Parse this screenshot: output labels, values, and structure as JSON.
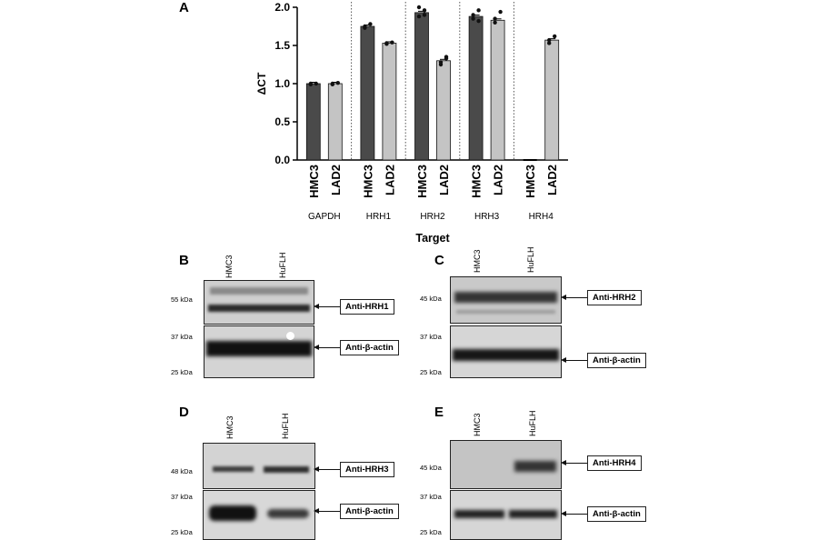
{
  "panels": {
    "A": {
      "letter": "A"
    },
    "B": {
      "letter": "B"
    },
    "C": {
      "letter": "C"
    },
    "D": {
      "letter": "D"
    },
    "E": {
      "letter": "E"
    }
  },
  "chart_data": {
    "type": "bar",
    "title": "",
    "ylabel": "ΔCT",
    "xlabel": "Target",
    "ylim": [
      0,
      2.0
    ],
    "yticks": [
      "0.0",
      "0.5",
      "1.0",
      "1.5",
      "2.0"
    ],
    "categories": [
      "GAPDH",
      "HRH1",
      "HRH2",
      "HRH3",
      "HRH4"
    ],
    "bar_labels": [
      "HMC3",
      "LAD2"
    ],
    "series": [
      {
        "name": "HMC3",
        "color": "#4a4a4a",
        "values": [
          1.0,
          1.75,
          1.93,
          1.88,
          0.0
        ]
      },
      {
        "name": "LAD2",
        "color": "#c4c4c4",
        "values": [
          1.0,
          1.53,
          1.3,
          1.83,
          1.57
        ]
      }
    ],
    "points": [
      [
        [
          0.99,
          1.0,
          1.0
        ],
        [
          1.0,
          1.01,
          0.99
        ]
      ],
      [
        [
          1.73,
          1.78,
          1.75
        ],
        [
          1.52,
          1.54,
          1.53
        ]
      ],
      [
        [
          1.88,
          1.96,
          2.0,
          1.9
        ],
        [
          1.25,
          1.35,
          1.28,
          1.33
        ]
      ],
      [
        [
          1.85,
          1.96,
          1.9,
          1.82
        ],
        [
          1.8,
          1.94,
          1.85
        ]
      ],
      [
        [],
        [
          1.53,
          1.62,
          1.57
        ]
      ]
    ]
  },
  "blots": {
    "B": {
      "lanes": [
        "HMC3",
        "HuFLH"
      ],
      "top": {
        "marker": "55 kDa",
        "label": "Anti-HRH1"
      },
      "bottom": {
        "marker_top": "37 kDa",
        "marker_bottom": "25 kDa",
        "label": "Anti-β-actin"
      }
    },
    "C": {
      "lanes": [
        "HMC3",
        "HuFLH"
      ],
      "top": {
        "marker": "45 kDa",
        "label": "Anti-HRH2"
      },
      "bottom": {
        "marker_top": "37 kDa",
        "marker_bottom": "25 kDa",
        "label": "Anti-β-actin"
      }
    },
    "D": {
      "lanes": [
        "HMC3",
        "HuFLH"
      ],
      "top": {
        "marker": "48 kDa",
        "label": "Anti-HRH3"
      },
      "bottom": {
        "marker_top": "37 kDa",
        "marker_bottom": "25 kDa",
        "label": "Anti-β-actin"
      }
    },
    "E": {
      "lanes": [
        "HMC3",
        "HuFLH"
      ],
      "top": {
        "marker": "45 kDa",
        "label": "Anti-HRH4"
      },
      "bottom": {
        "marker_top": "37 kDa",
        "marker_bottom": "25 kDa",
        "label": "Anti-β-actin"
      }
    }
  }
}
